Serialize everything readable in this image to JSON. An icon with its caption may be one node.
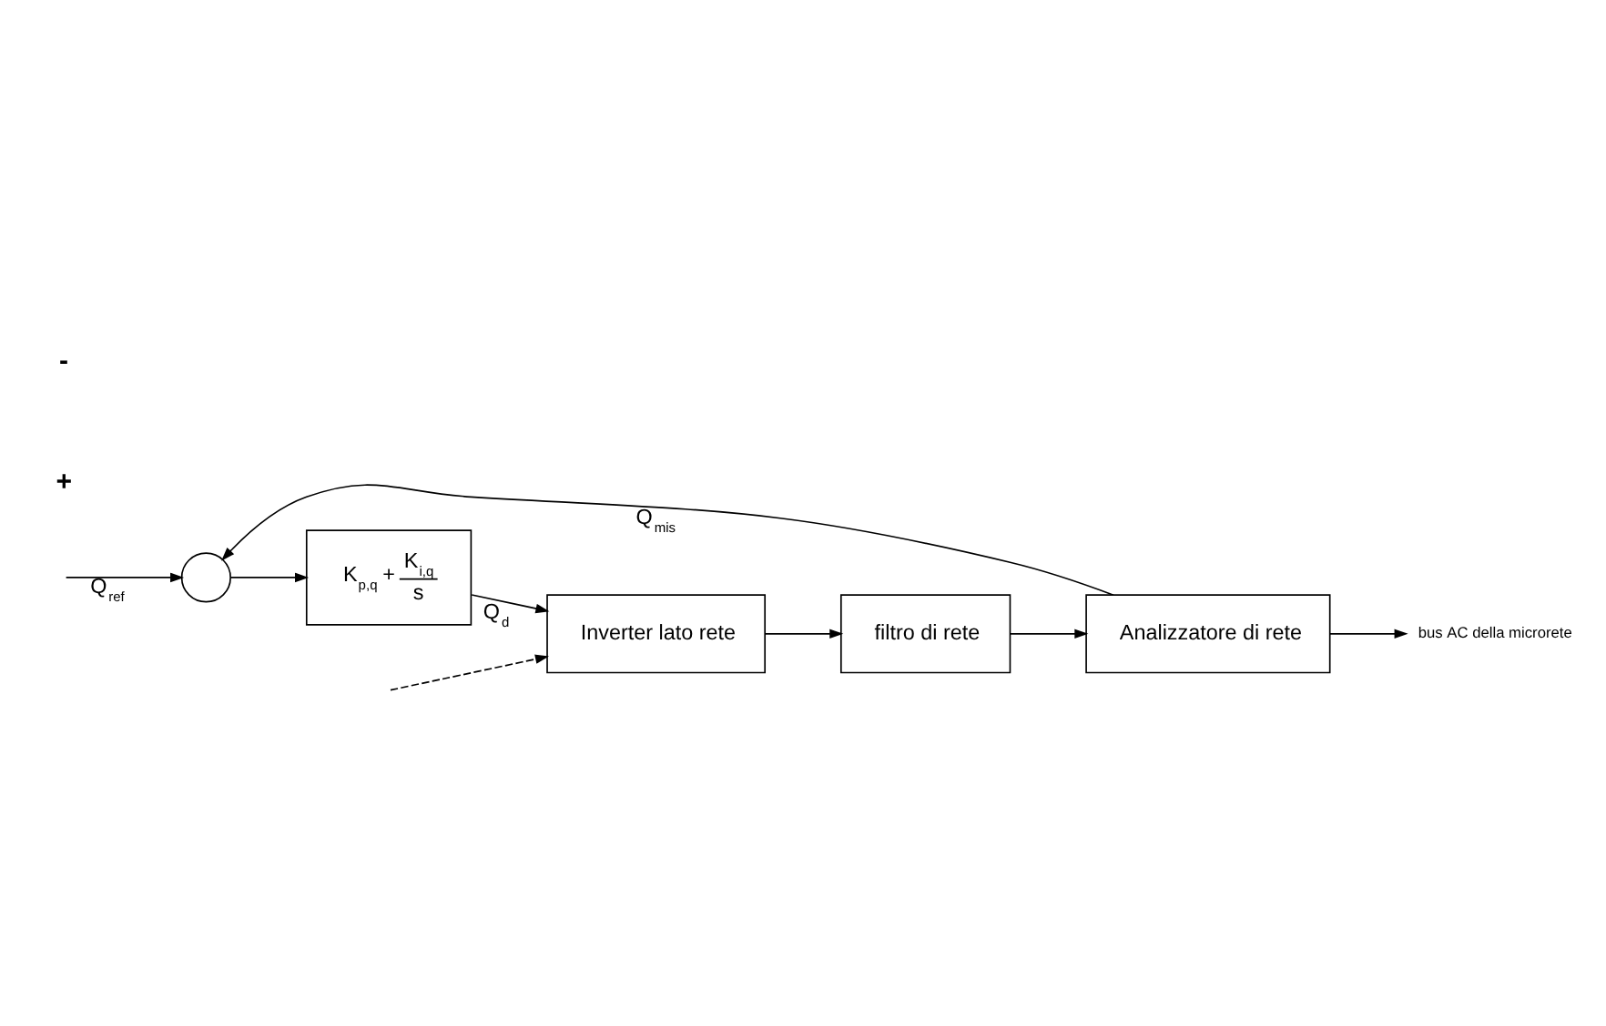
{
  "diagram": {
    "nodes": [
      {
        "text": [
          "Inverter lato rete"
        ]
      },
      {
        "text": [
          "filtro di rete"
        ]
      },
      {
        "text": [
          "Analizzatore di rete"
        ]
      },
      {
        "text": [],
        "shape": "circle"
      },
      {
        "text": [
          "K$_{p,q}$ +",
          "K$_{i,q}$",
          "s"
        ]
      },
      {
        "text": [
          "bus AC della microrete"
        ]
      }
    ],
    "edges": [
      {
        "from": null,
        "to": 0,
        "arrow": "to",
        "style": "dashed"
      },
      {
        "from": 0,
        "to": 1,
        "arrow": "to"
      },
      {
        "from": 1,
        "to": 2,
        "arrow": "to"
      },
      {
        "from": 2,
        "to": 5,
        "arrow": "to"
      },
      {
        "from": null,
        "to": 3,
        "arrow": "to",
        "label": "Q$_{ref}$"
      },
      {
        "from": 3,
        "to": 4,
        "arrow": "to"
      },
      {
        "from": 4,
        "to": 0,
        "arrow": "to",
        "label": "Q$_{d}$"
      },
      {
        "from": 2,
        "to": 3,
        "arrow": "to",
        "label": "Q$_{mis}$"
      }
    ],
    "labels": [
      "+",
      "-"
    ]
  }
}
